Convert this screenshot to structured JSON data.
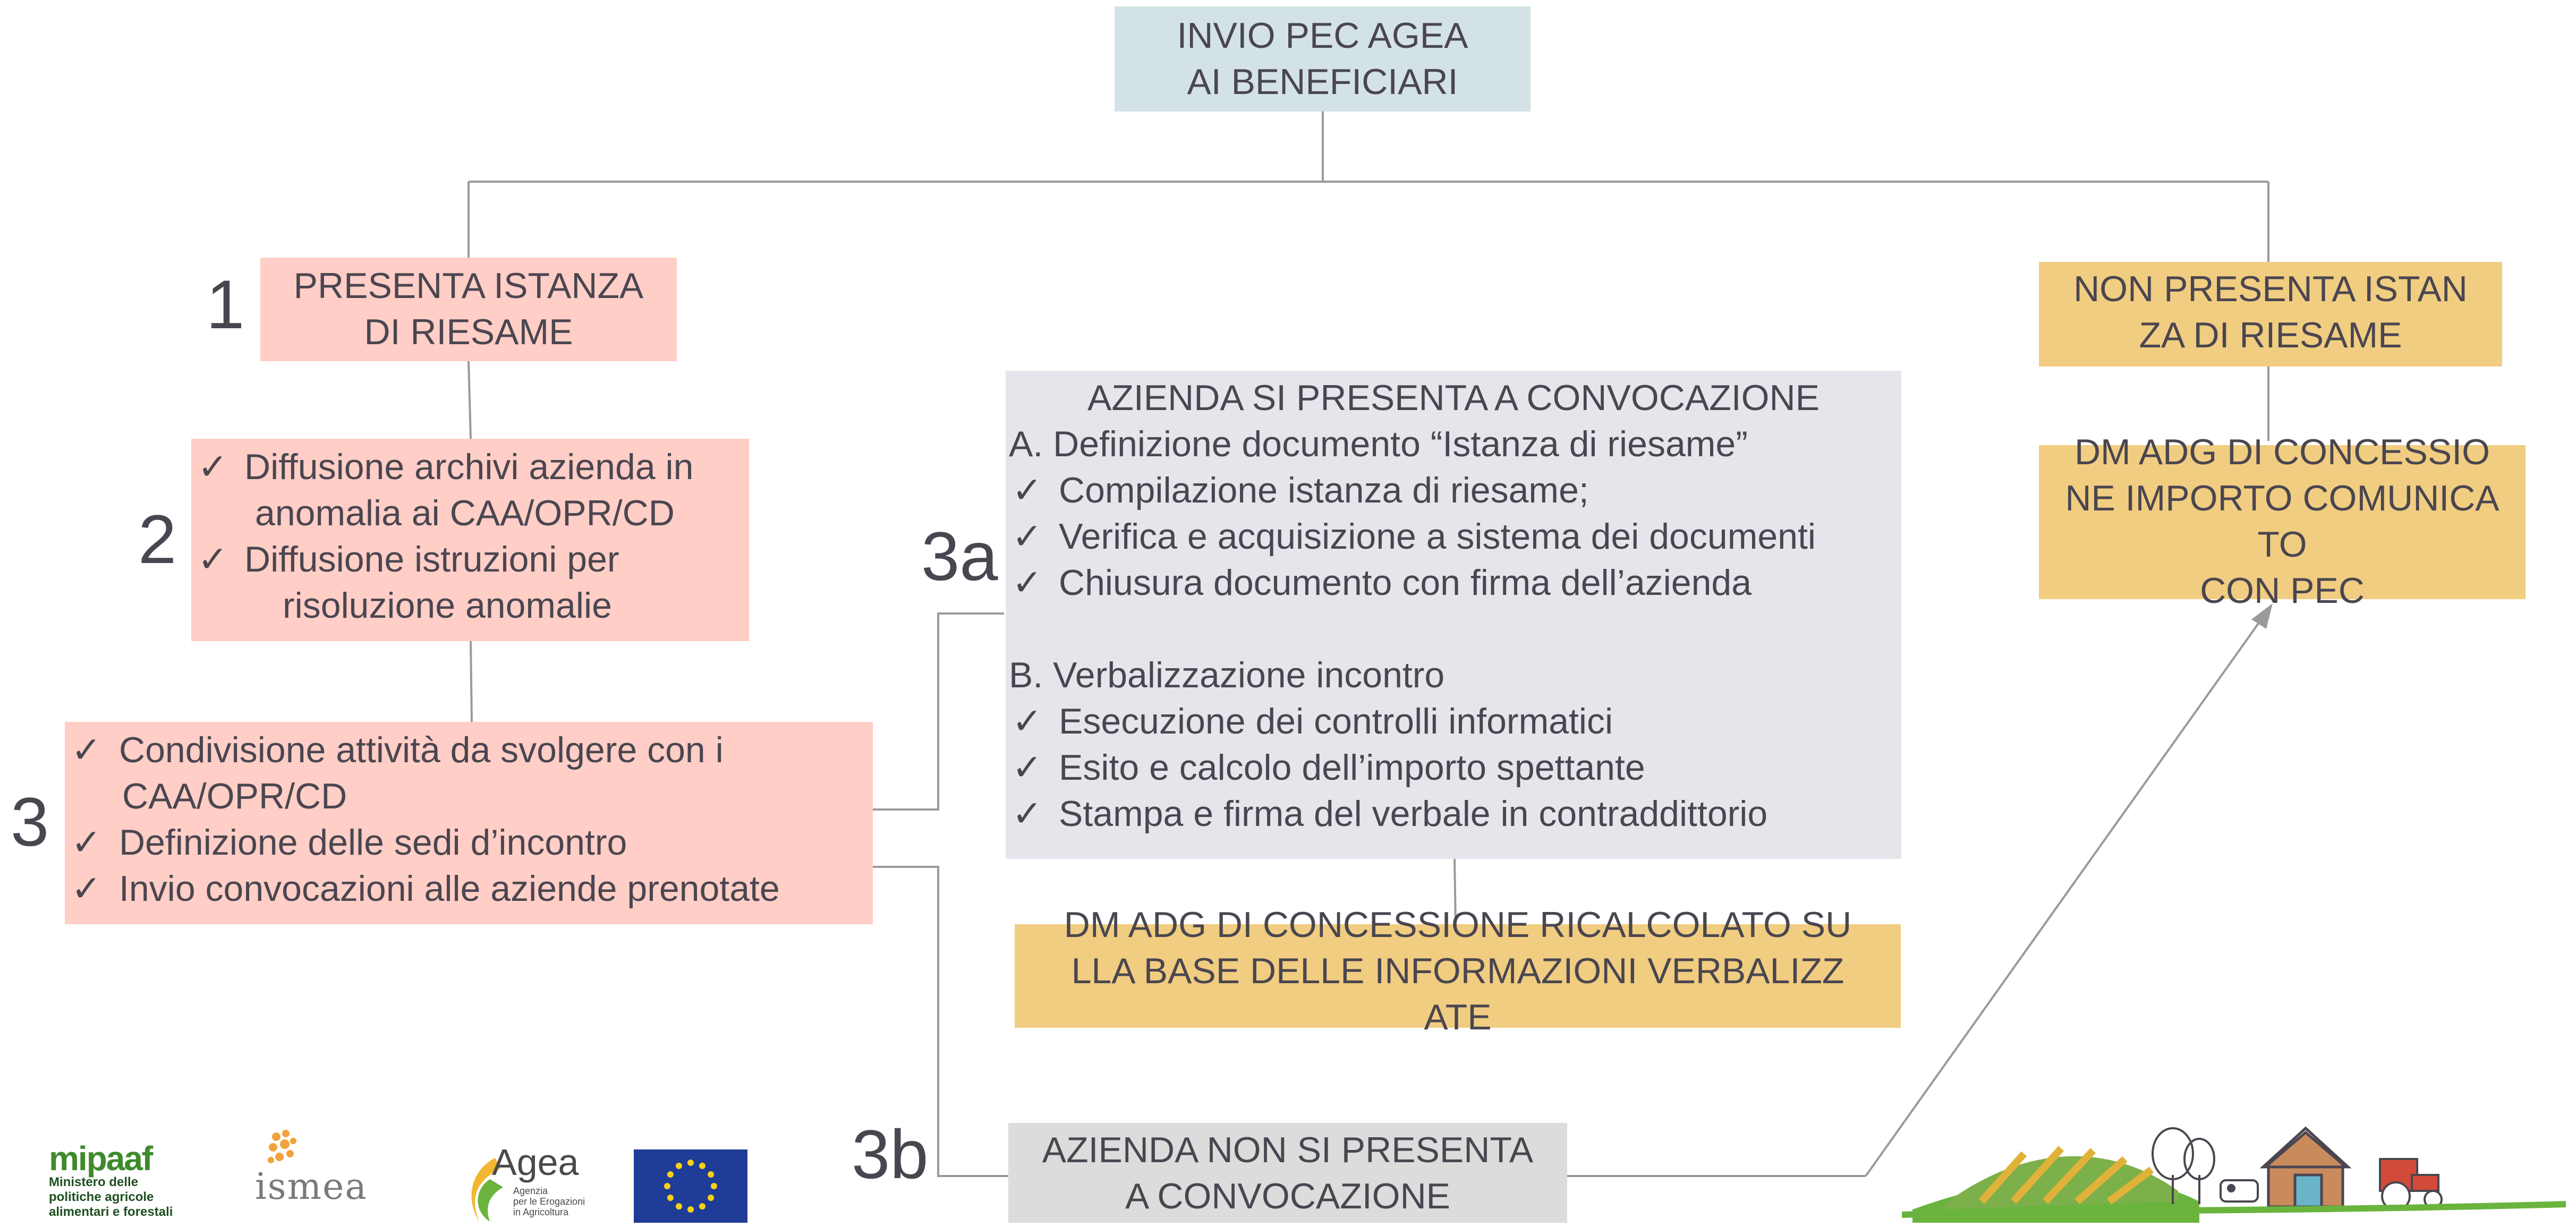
{
  "colors": {
    "top_box": "#d3e2e5",
    "pink": "#ffcec6",
    "gray_box": "#e5e6eb",
    "gray_box_dark": "#dcdcdc",
    "yellow": "#f1cd81",
    "connector": "#9a9a9a",
    "text": "#4a4650"
  },
  "top": {
    "line1": "INVIO PEC AGEA",
    "line2": "AI BENEFICIARI"
  },
  "branch_left": {
    "step1": {
      "number": "1",
      "line1": "PRESENTA ISTANZA",
      "line2": "DI RIESAME"
    },
    "step2": {
      "number": "2",
      "items": [
        {
          "line1": "Diffusione archivi azienda in",
          "line2": "anomalia ai CAA/OPR/CD"
        },
        {
          "line1": "Diffusione istruzioni per",
          "line2": "risoluzione anomalie"
        }
      ]
    },
    "step3": {
      "number": "3",
      "items": [
        {
          "line1": "Condivisione attività da svolgere con i",
          "line2": "CAA/OPR/CD"
        },
        {
          "line1": "Definizione delle sedi d’incontro",
          "line2": ""
        },
        {
          "line1": "Invio convocazioni alle aziende prenotate",
          "line2": ""
        }
      ]
    }
  },
  "step3a": {
    "number": "3a",
    "title": "AZIENDA SI PRESENTA A CONVOCAZIONE",
    "sectionA": "A. Definizione documento “Istanza di riesame”",
    "itemsA": [
      "Compilazione istanza di riesame;",
      "Verifica e acquisizione a sistema dei documenti",
      "Chiusura documento con firma dell’azienda"
    ],
    "sectionB": "B. Verbalizzazione incontro",
    "itemsB": [
      "Esecuzione dei controlli informatici",
      "Esito e calcolo dell’importo spettante",
      "Stampa e firma del verbale in contraddittorio"
    ],
    "result": {
      "line1": "DM ADG DI CONCESSIONE RICALCOLATO SU",
      "line2": "LLA BASE DELLE INFORMAZIONI VERBALIZZ",
      "line3": "ATE"
    }
  },
  "step3b": {
    "number": "3b",
    "line1": "AZIENDA NON SI PRESENTA",
    "line2": "A CONVOCAZIONE"
  },
  "branch_right": {
    "no_request": {
      "line1": "NON PRESENTA ISTAN",
      "line2": "ZA DI RIESAME"
    },
    "dm": {
      "line1": "DM ADG DI CONCESSIO",
      "line2": "NE IMPORTO COMUNICA",
      "line3": "TO",
      "line4": "CON PEC"
    }
  },
  "logos": {
    "mipaaf": {
      "name": "mipaaf",
      "line1": "Ministero delle",
      "line2": "politiche agricole",
      "line3": "alimentari e forestali"
    },
    "ismea": {
      "name": "ismea"
    },
    "agea": {
      "name": "Agea",
      "line1": "Agenzia",
      "line2": "per le Erogazioni",
      "line3": "in Agricoltura"
    },
    "eu_flag": "eu-flag",
    "farm": "farm-illustration"
  }
}
